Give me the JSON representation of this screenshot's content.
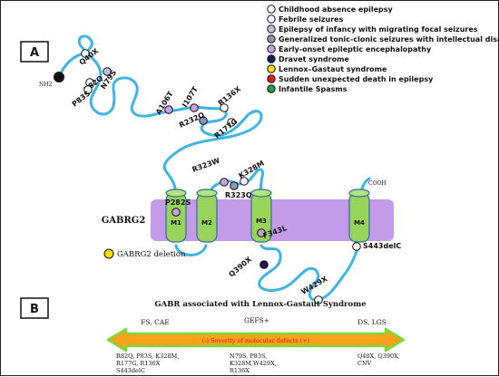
{
  "panels": {
    "a": "A",
    "b": "B"
  },
  "legend": [
    {
      "label": "Childhood absence epilepsy",
      "color": "#ffffff"
    },
    {
      "label": "Febrile seizures",
      "color": "#ffffff"
    },
    {
      "label": "Epilepsy of infancy with migrating focal seizures",
      "color": "#b8c4d6"
    },
    {
      "label": "Generalized tonic-clonic seizures with intellectual disability",
      "color": "#8898b8"
    },
    {
      "label": "Early-onset epileptic encephalopathy",
      "color": "#c8a0e0"
    },
    {
      "label": "Dravet syndrome",
      "color": "#1a1a5a"
    },
    {
      "label": "Lennox–Gastaut syndrome",
      "color": "#f4e000"
    },
    {
      "label": "Sudden unexpected death in epilepsy",
      "color": "#e02020"
    },
    {
      "label": "Infantile Spasms",
      "color": "#20a040"
    }
  ],
  "protein": {
    "gene": "GABRG2",
    "nterm": "NH2",
    "cterm": "COOH",
    "membrane_color": "#c49be8",
    "helix_color": "#98d45a",
    "chain_color": "#3cb4e4",
    "helices": [
      "M1",
      "M2",
      "M3",
      "M4"
    ],
    "deletion": {
      "label": "GABRG2 deletion",
      "color": "#f4e000"
    }
  },
  "mutations": [
    {
      "label": "Q40X",
      "color": "#ffffff"
    },
    {
      "label": "R82Q",
      "color": "#ffffff"
    },
    {
      "label": "N79S",
      "color": "#b8c4d6"
    },
    {
      "label": "P83S",
      "color": "#ffffff"
    },
    {
      "label": "A106T",
      "color": "#c8a0e0"
    },
    {
      "label": "I107T",
      "color": "#c8a0e0"
    },
    {
      "label": "R136X",
      "color": "#ffffff"
    },
    {
      "label": "R232Q",
      "color": "#8898b8"
    },
    {
      "label": "R177G",
      "color": "#ffffff"
    },
    {
      "label": "R323W",
      "color": "#c8a0e0"
    },
    {
      "label": "K328M",
      "color": "#ffffff"
    },
    {
      "label": "R323Q",
      "color": "#8898b8"
    },
    {
      "label": "P282S",
      "color": "#c8a0e0"
    },
    {
      "label": "F343L",
      "color": "#c8a0e0"
    },
    {
      "label": "S443delC",
      "color": "#ffffff"
    },
    {
      "label": "Q390X",
      "color": "#1a1a5a"
    },
    {
      "label": "W429X",
      "color": "#ffffff"
    },
    {
      "label": "NH2 terminus variant",
      "color": "#111111"
    }
  ],
  "panel_b": {
    "title": "GABR associated with Lennox-Gastaut Syndrome",
    "columns": [
      {
        "header": "FS, CAE",
        "items": [
          "R82Q, P83S, K328M,",
          "R177G, R136X",
          "S443delC"
        ]
      },
      {
        "header": "GEFS+",
        "items": [
          "N79S, P83S,",
          "K328M,W429X,",
          "R136X"
        ]
      },
      {
        "header": "DS, LGS",
        "items": [
          "Q40X, Q390X,",
          "CNV"
        ]
      }
    ],
    "arrow_label": "(-) Severity of molecular defects (+)",
    "arrow_fill": "#f6a21a",
    "arrow_border": "#7ad93a"
  }
}
